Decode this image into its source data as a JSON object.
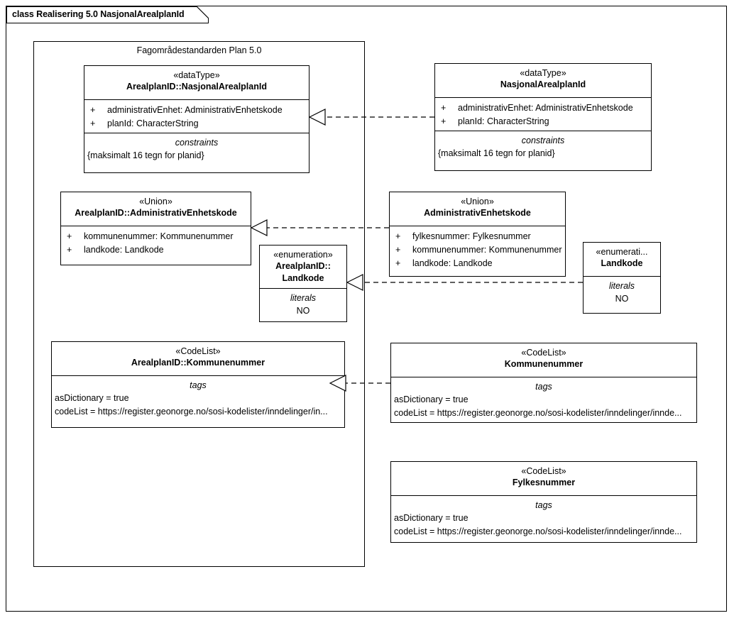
{
  "diagram": {
    "title": "class Realisering 5.0 NasjonalArealplanId",
    "package_label": "Fagområdestandarden Plan 5.0"
  },
  "boxes": {
    "arealplanid_nasjonalarealplanid": {
      "stereotype": "«dataType»",
      "name": "ArealplanID::NasjonalArealplanId",
      "attributes": [
        {
          "visibility": "+",
          "text": "administrativEnhet: AdministrativEnhetskode"
        },
        {
          "visibility": "+",
          "text": "planId: CharacterString"
        }
      ],
      "constraints_title": "constraints",
      "constraints": [
        "{maksimalt 16 tegn for planid}"
      ]
    },
    "nasjonalarealplanid": {
      "stereotype": "«dataType»",
      "name": "NasjonalArealplanId",
      "attributes": [
        {
          "visibility": "+",
          "text": "administrativEnhet: AdministrativEnhetskode"
        },
        {
          "visibility": "+",
          "text": "planId: CharacterString"
        }
      ],
      "constraints_title": "constraints",
      "constraints": [
        "{maksimalt 16 tegn for planid}"
      ]
    },
    "arealplanid_administrativenhetskode": {
      "stereotype": "«Union»",
      "name": "ArealplanID::AdministrativEnhetskode",
      "attributes": [
        {
          "visibility": "+",
          "text": "kommunenummer: Kommunenummer"
        },
        {
          "visibility": "+",
          "text": "landkode: Landkode"
        }
      ]
    },
    "administrativenhetskode": {
      "stereotype": "«Union»",
      "name": "AdministrativEnhetskode",
      "attributes": [
        {
          "visibility": "+",
          "text": "fylkesnummer: Fylkesnummer"
        },
        {
          "visibility": "+",
          "text": "kommunenummer: Kommunenummer"
        },
        {
          "visibility": "+",
          "text": "landkode: Landkode"
        }
      ]
    },
    "arealplanid_landkode": {
      "stereotype": "«enumeration»",
      "name_line1": "ArealplanID::",
      "name_line2": "Landkode",
      "literals_title": "literals",
      "literals": [
        "NO"
      ]
    },
    "landkode": {
      "stereotype": "«enumerati...",
      "name": "Landkode",
      "literals_title": "literals",
      "literals": [
        "NO"
      ]
    },
    "arealplanid_kommunenummer": {
      "stereotype": "«CodeList»",
      "name": "ArealplanID::Kommunenummer",
      "tags_title": "tags",
      "tags": [
        "asDictionary = true",
        "codeList = https://register.geonorge.no/sosi-kodelister/inndelinger/in..."
      ]
    },
    "kommunenummer": {
      "stereotype": "«CodeList»",
      "name": "Kommunenummer",
      "tags_title": "tags",
      "tags": [
        "asDictionary = true",
        "codeList = https://register.geonorge.no/sosi-kodelister/inndelinger/innde..."
      ]
    },
    "fylkesnummer": {
      "stereotype": "«CodeList»",
      "name": "Fylkesnummer",
      "tags_title": "tags",
      "tags": [
        "asDictionary = true",
        "codeList = https://register.geonorge.no/sosi-kodelister/inndelinger/innde..."
      ]
    }
  },
  "connectors": [
    {
      "name": "realization-nasjonalarealplanid",
      "type": "realization",
      "from": "nasjonalarealplanid",
      "to": "arealplanid_nasjonalarealplanid"
    },
    {
      "name": "realization-administrativenhetskode",
      "type": "realization",
      "from": "administrativenhetskode",
      "to": "arealplanid_administrativenhetskode"
    },
    {
      "name": "realization-landkode",
      "type": "realization",
      "from": "landkode",
      "to": "arealplanid_landkode"
    },
    {
      "name": "realization-kommunenummer",
      "type": "realization",
      "from": "kommunenummer",
      "to": "arealplanid_kommunenummer"
    }
  ],
  "colors": {
    "line": "#000000",
    "fill": "#ffffff",
    "text": "#000000"
  }
}
